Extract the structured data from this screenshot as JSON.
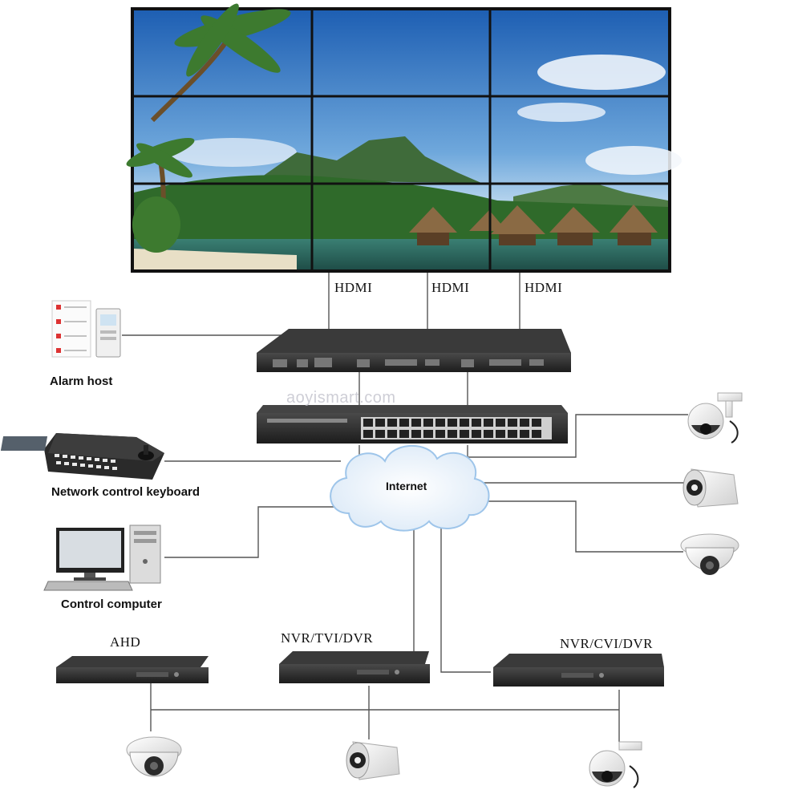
{
  "video_wall": {
    "rows": 3,
    "cols": 3,
    "hdmi_labels": [
      "HDMI",
      "HDMI",
      "HDMI"
    ]
  },
  "devices": {
    "alarm_host": "Alarm host",
    "network_keyboard": "Network control keyboard",
    "control_computer": "Control computer",
    "internet": "Internet"
  },
  "recorders": {
    "ahd": "AHD",
    "nvr_tvi_dvr": "NVR/TVI/DVR",
    "nvr_cvi_dvr": "NVR/CVI/DVR"
  },
  "watermark": "aoyismart.com",
  "colors": {
    "wire": "#555555",
    "device_dark": "#2b2b2b",
    "bezel": "#1a1a1a",
    "sky": "#2f6fbf",
    "sea": "#2f8f9f",
    "forest": "#2f6a2a"
  }
}
